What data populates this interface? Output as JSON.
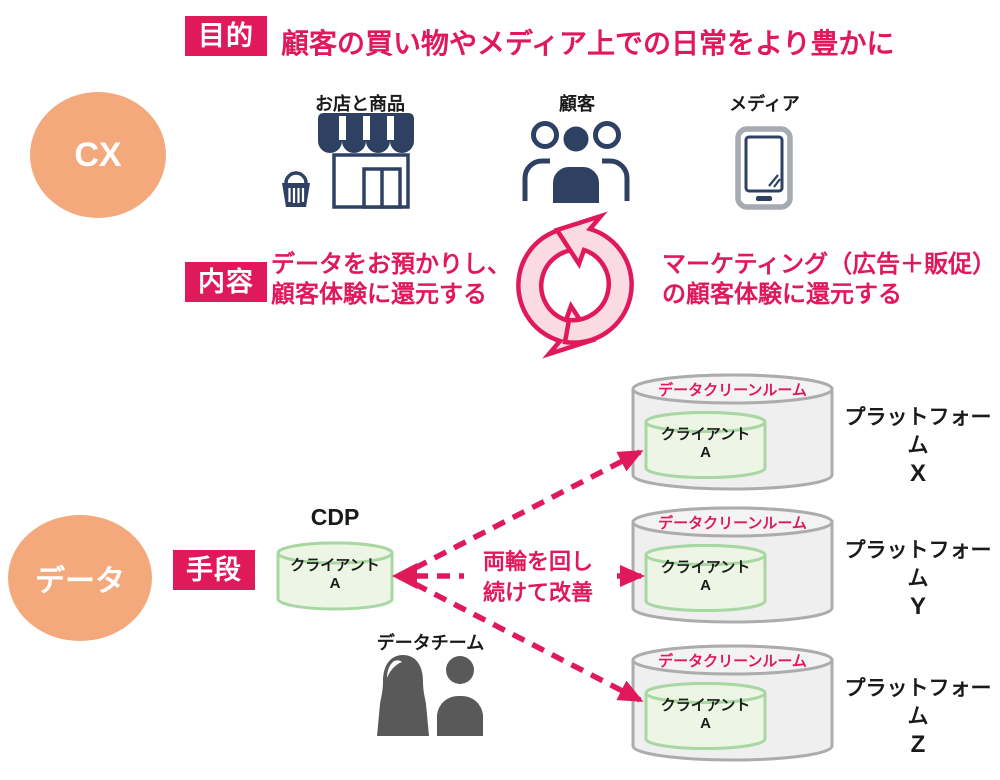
{
  "colors": {
    "accent_pink": "#E0195B",
    "pink_light_fill": "#FADAE3",
    "bubble_orange": "#F4A97C",
    "icon_navy": "#2E4163",
    "green_border": "#A8D7A3",
    "green_fill": "#EDF6E4",
    "gray_border": "#ACACAC",
    "gray_fill": "#EFEFEF",
    "person_gray": "#595959",
    "text_dark": "#1A1A1A"
  },
  "purpose": {
    "label": "目的",
    "text": "顧客の買い物やメディア上での日常をより豊かに"
  },
  "cx": {
    "bubble": "CX",
    "entities": [
      {
        "label": "お店と商品",
        "icon": "storefront-icon"
      },
      {
        "label": "顧客",
        "icon": "customers-icon"
      },
      {
        "label": "メディア",
        "icon": "smartphone-icon"
      }
    ]
  },
  "content": {
    "label": "内容",
    "left_line1": "データをお預かりし、",
    "left_line2": "顧客体験に還元する",
    "cycle_icon": "cycle-arrows-icon",
    "right_line1": "マーケティング（広告＋販促）",
    "right_line2": "の顧客体験に還元する"
  },
  "data": {
    "bubble": "データ",
    "means_label": "手段",
    "cdp_title": "CDP",
    "cdp_client_line1": "クライアント",
    "cdp_client_line2": "A",
    "team_label": "データチーム",
    "team_icon": "data-team-icon",
    "arrow_line1": "両輪を回し",
    "arrow_line2": "続けて改善",
    "platforms": [
      {
        "room": "データクリーンルーム",
        "client_line1": "クライアント",
        "client_line2": "A",
        "name_line1": "プラットフォーム",
        "name_line2": "X"
      },
      {
        "room": "データクリーンルーム",
        "client_line1": "クライアント",
        "client_line2": "A",
        "name_line1": "プラットフォーム",
        "name_line2": "Y"
      },
      {
        "room": "データクリーンルーム",
        "client_line1": "クライアント",
        "client_line2": "A",
        "name_line1": "プラットフォーム",
        "name_line2": "Z"
      }
    ]
  }
}
